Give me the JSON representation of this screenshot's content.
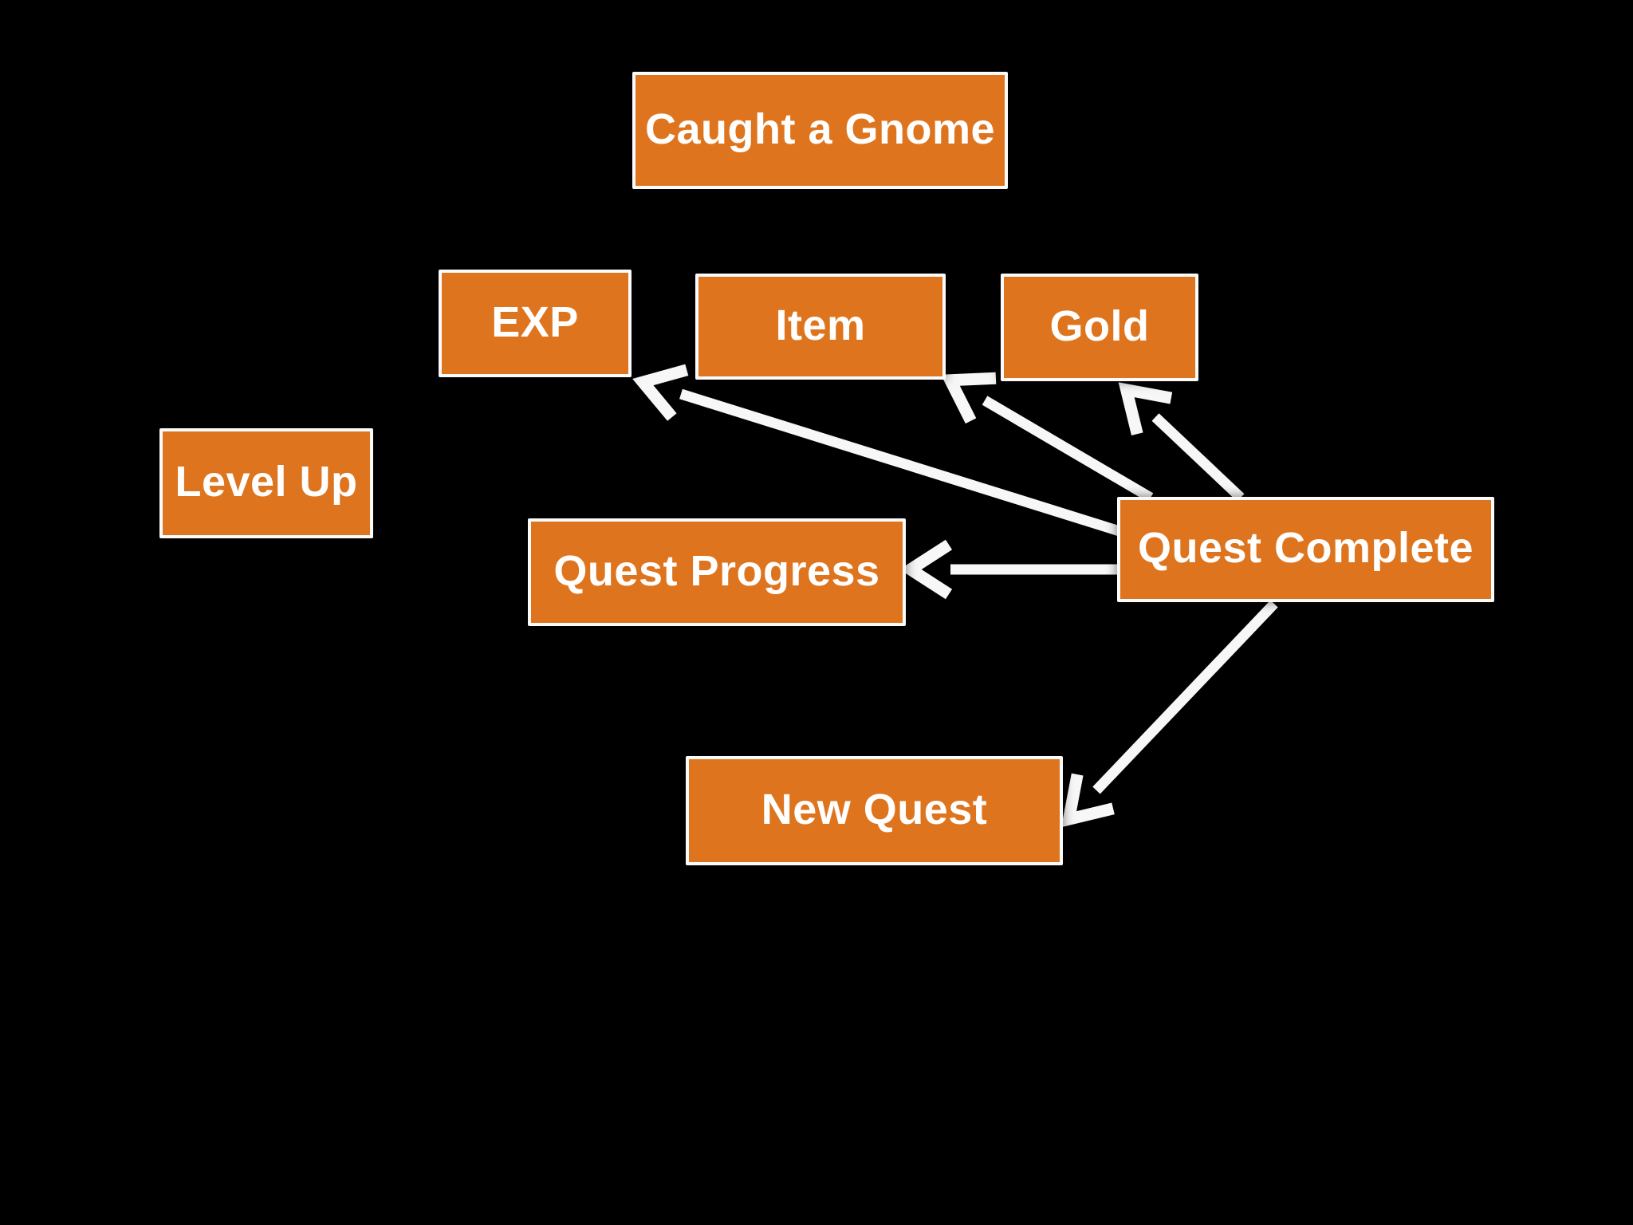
{
  "slide": {
    "background_color": "#000000",
    "node_fill_color": "#DE751E",
    "node_border_color": "#FBFBFB",
    "node_text_color": "#FFFFFF",
    "arrow_color": "#F7F7F7"
  },
  "diagram": {
    "type": "flowchart",
    "nodes": {
      "caught_a_gnome": {
        "label": "Caught a Gnome"
      },
      "exp": {
        "label": "EXP"
      },
      "item": {
        "label": "Item"
      },
      "gold": {
        "label": "Gold"
      },
      "level_up": {
        "label": "Level Up"
      },
      "quest_progress": {
        "label": "Quest Progress"
      },
      "quest_complete": {
        "label": "Quest Complete"
      },
      "new_quest": {
        "label": "New Quest"
      }
    },
    "edges": [
      {
        "from": "quest_complete",
        "to": "exp"
      },
      {
        "from": "quest_complete",
        "to": "item"
      },
      {
        "from": "quest_complete",
        "to": "gold"
      },
      {
        "from": "quest_complete",
        "to": "quest_progress"
      },
      {
        "from": "quest_complete",
        "to": "new_quest"
      }
    ]
  }
}
